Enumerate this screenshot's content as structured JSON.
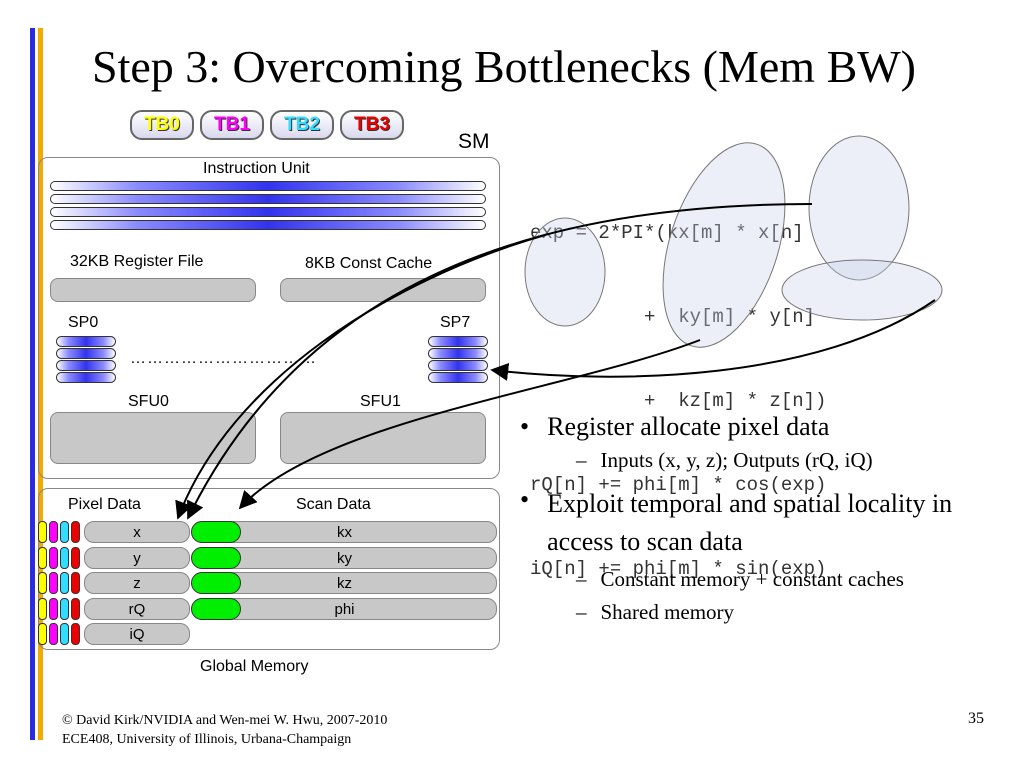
{
  "title": "Step 3: Overcoming Bottlenecks (Mem BW)",
  "thread_blocks": [
    {
      "label": "TB0",
      "color": "#ffff00"
    },
    {
      "label": "TB1",
      "color": "#ff00ff"
    },
    {
      "label": "TB2",
      "color": "#33ddff"
    },
    {
      "label": "TB3",
      "color": "#ee0000"
    }
  ],
  "sm": {
    "label": "SM",
    "instruction_unit": "Instruction Unit",
    "register_file": "32KB Register File",
    "const_cache": "8KB Const Cache",
    "sp0": "SP0",
    "sp7": "SP7",
    "dots": "……………………………",
    "sfu0": "SFU0",
    "sfu1": "SFU1"
  },
  "memory": {
    "pixel_header": "Pixel Data",
    "scan_header": "Scan Data",
    "pixel_rows": [
      "x",
      "y",
      "z",
      "rQ",
      "iQ"
    ],
    "scan_rows": [
      "kx",
      "ky",
      "kz",
      "phi"
    ],
    "label": "Global Memory",
    "chip_colors": [
      "#ffff00",
      "#ff00ff",
      "#33ddff",
      "#ee0000"
    ]
  },
  "code": [
    "exp = 2*PI*(kx[m] * x[n]",
    "          +  ky[m] * y[n]",
    "          +  kz[m] * z[n])",
    "rQ[n] += phi[m] * cos(exp)",
    "iQ[n] += phi[m] * sin(exp)"
  ],
  "bullets": [
    {
      "text": "Register allocate pixel data",
      "subs": [
        "Inputs (x, y, z); Outputs (rQ, iQ)"
      ]
    },
    {
      "text": "Exploit temporal and spatial locality in access to scan data",
      "subs": [
        "Constant memory + constant caches",
        "Shared memory"
      ]
    }
  ],
  "bullet_marker": "•",
  "sub_marker": "–",
  "footer": {
    "line1": "© David Kirk/NVIDIA and Wen-mei W. Hwu, 2007-2010",
    "line2": "ECE408, University of Illinois, Urbana-Champaign"
  },
  "page_number": "35"
}
